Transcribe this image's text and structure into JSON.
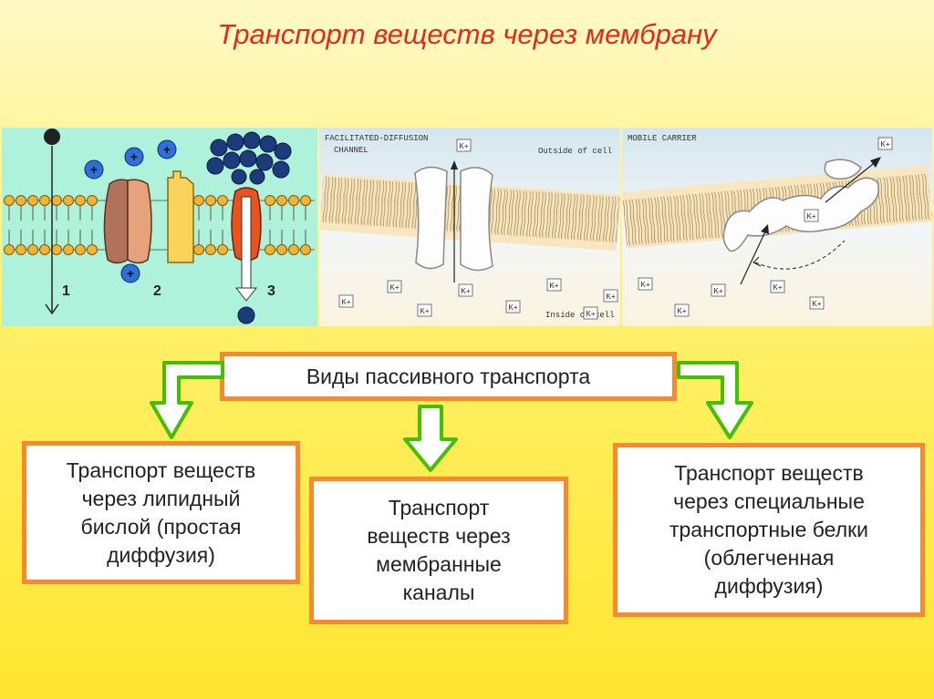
{
  "title": "Транспорт веществ через мембрану",
  "figure": {
    "panel1": {
      "labels": [
        "1",
        "2",
        "3"
      ],
      "ion_sign": "+"
    },
    "panel2": {
      "heading_line1": "FACILITATED-DIFFUSION",
      "heading_line2": "CHANNEL",
      "outside_label": "Outside of cell",
      "inside_label": "Inside of cell",
      "ion": "K+"
    },
    "panel3": {
      "heading": "MOBILE CARRIER",
      "ion": "K+"
    }
  },
  "root": {
    "label": "Виды пассивного транспорта"
  },
  "types": [
    {
      "lines": [
        "Транспорт веществ",
        "через липидный",
        "бислой (простая",
        "диффузия)"
      ]
    },
    {
      "lines": [
        "Транспорт",
        "веществ через",
        "мембранные",
        "каналы"
      ]
    },
    {
      "lines": [
        "Транспорт веществ",
        "через специальные",
        "транспортные белки",
        "(облегченная",
        "диффузия)"
      ]
    }
  ],
  "colors": {
    "title": "#e22a1a",
    "box_border": "#f78a2e",
    "arrow": "#44c000"
  }
}
